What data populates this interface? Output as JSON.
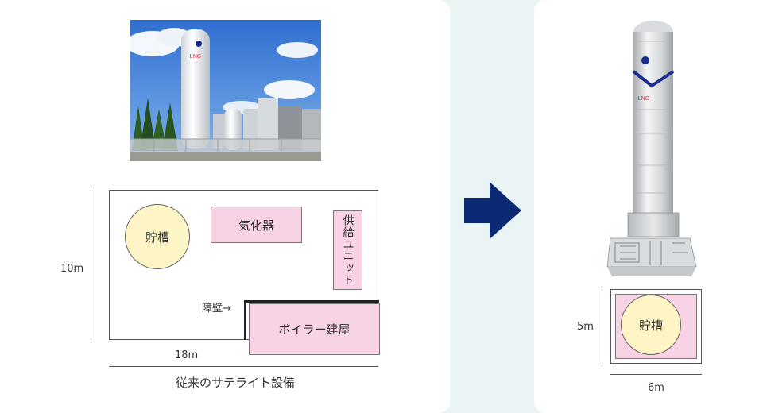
{
  "left": {
    "photo": {
      "tank_marking": "LNG"
    },
    "plan": {
      "height_label": "10m",
      "width_label": "18m",
      "storage_tank": "貯槽",
      "vaporizer": "気化器",
      "supply_unit": "供給ユニット",
      "barrier_label": "障壁→",
      "boiler_building": "ボイラー建屋"
    },
    "caption": "従来のサテライト設備"
  },
  "right": {
    "tower": {
      "marking": "LNG"
    },
    "plan": {
      "height_label": "5m",
      "width_label": "6m",
      "storage_tank": "貯槽"
    }
  },
  "colors": {
    "arrow": "#0c2a74",
    "tank_fill": "#fdf5c6",
    "unit_fill": "#f8d3e6",
    "background": "#eaf4f5",
    "logo": "#1a2f8a",
    "lng_text": "#d8232a"
  }
}
